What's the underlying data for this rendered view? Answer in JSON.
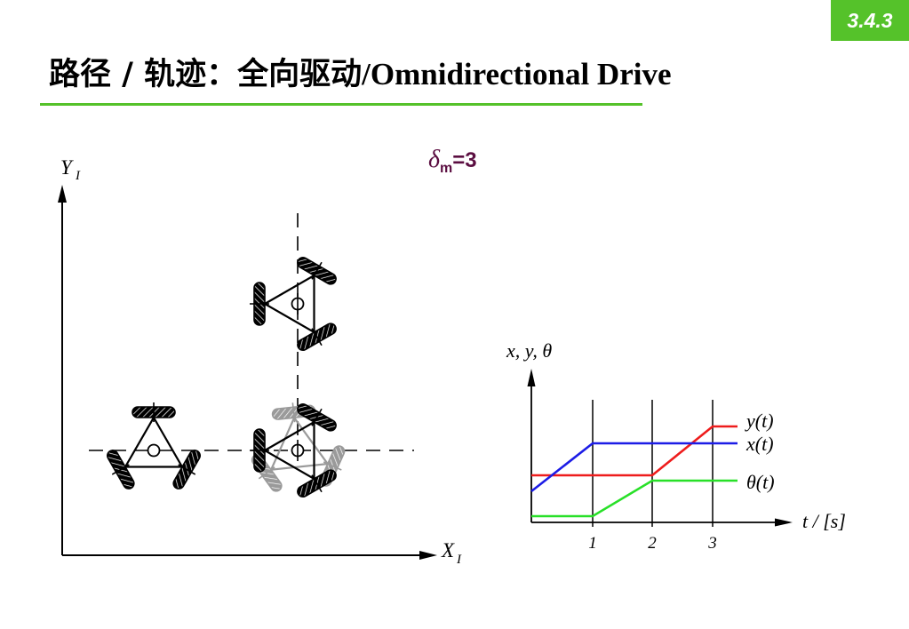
{
  "slide": {
    "section_number": "3.4.3",
    "title_cn": "路径 / 轨迹：全向驱动",
    "title_en": "/Omnidirectional Drive"
  },
  "colors": {
    "accent_green": "#55c22a",
    "label_purple": "#5b0e41",
    "robot_black": "#000000",
    "ghost_grey": "#9a9a9a"
  },
  "maneuverability": {
    "symbol": "δ",
    "subscript": "m",
    "value": "=3"
  },
  "diagram": {
    "y_axis": {
      "label": "Y",
      "subscript": "I"
    },
    "x_axis": {
      "label": "X",
      "subscript": "I"
    }
  },
  "plot": {
    "y_axis_label": "x, y, θ",
    "x_axis_label": "t / [s]",
    "x_ticks": [
      "1",
      "2",
      "3"
    ],
    "series": [
      {
        "name": "y(t)",
        "color": "#ee1c1c"
      },
      {
        "name": "x(t)",
        "color": "#1c1ce6"
      },
      {
        "name": "θ(t)",
        "color": "#28e028"
      }
    ]
  }
}
